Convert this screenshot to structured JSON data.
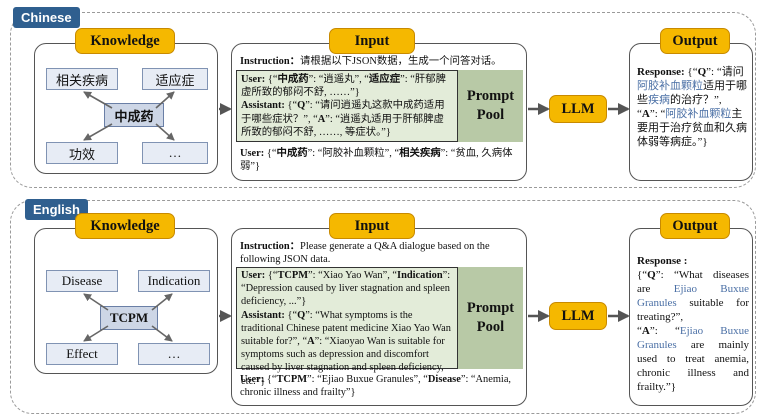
{
  "cn": {
    "tag": "Chinese",
    "knowledge_label": "Knowledge",
    "input_label": "Input",
    "output_label": "Output",
    "kg": {
      "center": "中成药",
      "tl": "相关疾病",
      "tr": "适应症",
      "bl": "功效",
      "br": "…"
    },
    "instruction_label": "Instruction：",
    "instruction_text": "请根据以下JSON数据，生成一个问答对话。",
    "ex_user_label": "User:",
    "ex_user_text_1": " {“",
    "ex_user_key_1": "中成药",
    "ex_user_text_2": "”: “逍遥丸”, “",
    "ex_user_key_2": "适应症",
    "ex_user_text_3": "”: “肝郁脾虚所致的郁闷不舒, ……”}",
    "ex_asst_label": "Assistant:",
    "ex_asst_text_1": " {“",
    "ex_asst_key_q": "Q",
    "ex_asst_text_2": "”: “请问逍遥丸这款中成药适用于哪些症状？”, “",
    "ex_asst_key_a": "A",
    "ex_asst_text_3": "”: “逍遥丸适用于肝郁脾虚所致的郁闷不舒, ……, 等症状。”}",
    "pool_label": "Prompt Pool",
    "q_user_label": "User:",
    "q_user_text_1": " {“",
    "q_user_key_1": "中成药",
    "q_user_text_2": "”: “阿胶补血颗粒”, “",
    "q_user_key_2": "相关疾病",
    "q_user_text_3": "”: “贫血, 久病体弱”}",
    "llm_label": "LLM",
    "resp_label": "Response:",
    "resp_text_1": " {“",
    "resp_key_q": "Q",
    "resp_text_2": "”: “请问",
    "resp_ent_1": "阿胶补血颗粒",
    "resp_text_3": "适用于哪些",
    "resp_ent_2": "疾病",
    "resp_text_4": "的治疗？”,",
    "resp_text_5": "“",
    "resp_key_a": "A",
    "resp_text_6": "”: “",
    "resp_ent_3": "阿胶补血颗粒",
    "resp_text_7": "主要用于治疗贫血和久病体弱等病症。”}"
  },
  "en": {
    "tag": "English",
    "knowledge_label": "Knowledge",
    "input_label": "Input",
    "output_label": "Output",
    "kg": {
      "center": "TCPM",
      "tl": "Disease",
      "tr": "Indication",
      "bl": "Effect",
      "br": "…"
    },
    "instruction_label": "Instruction：",
    "instruction_text": "Please generate a Q&A dialogue based on the following JSON data.",
    "ex_user_label": "User:",
    "ex_user_text_1": " {“",
    "ex_user_key_1": "TCPM",
    "ex_user_text_2": "”: “Xiao Yao Wan”, “",
    "ex_user_key_2": "Indication",
    "ex_user_text_3": "”: “Depression caused by liver stagnation and spleen deficiency, ...”}",
    "ex_asst_label": "Assistant:",
    "ex_asst_text_1": " {“",
    "ex_asst_key_q": "Q",
    "ex_asst_text_2": "”: “What symptoms is the traditional Chinese patent medicine Xiao Yao Wan suitable for?”, “",
    "ex_asst_key_a": "A",
    "ex_asst_text_3": "”: “Xiaoyao Wan is suitable for symptoms such as depression and discomfort caused by liver stagnation and spleen deficiency, etc.”}",
    "pool_label": "Prompt Pool",
    "q_user_label": "User:",
    "q_user_text_1": " {“",
    "q_user_key_1": "TCPM",
    "q_user_text_2": "”: “Ejiao Buxue Granules”, “",
    "q_user_key_2": "Disease",
    "q_user_text_3": "”: “Anemia, chronic illness and frailty”}",
    "llm_label": "LLM",
    "resp_label": "Response :",
    "resp_text_1": "{“",
    "resp_key_q": "Q",
    "resp_text_2": "”: “What diseases are ",
    "resp_ent_1": "Ejiao Buxue Granules",
    "resp_text_3": " suitable for treating?”,",
    "resp_text_4": "“",
    "resp_key_a": "A",
    "resp_text_5": "”: “",
    "resp_ent_2": "Ejiao Buxue Granules",
    "resp_text_6": " are mainly used to treat anemia, chronic illness and frailty.”}"
  },
  "colors": {
    "accent_yellow": "#f5b800",
    "section_tag": "#2f5f8f",
    "kg_box": "#e7ecf5",
    "prompt_green": "#e3ecd9",
    "pool_green": "#b8c9a6",
    "entity_blue": "#4a6fa5"
  }
}
